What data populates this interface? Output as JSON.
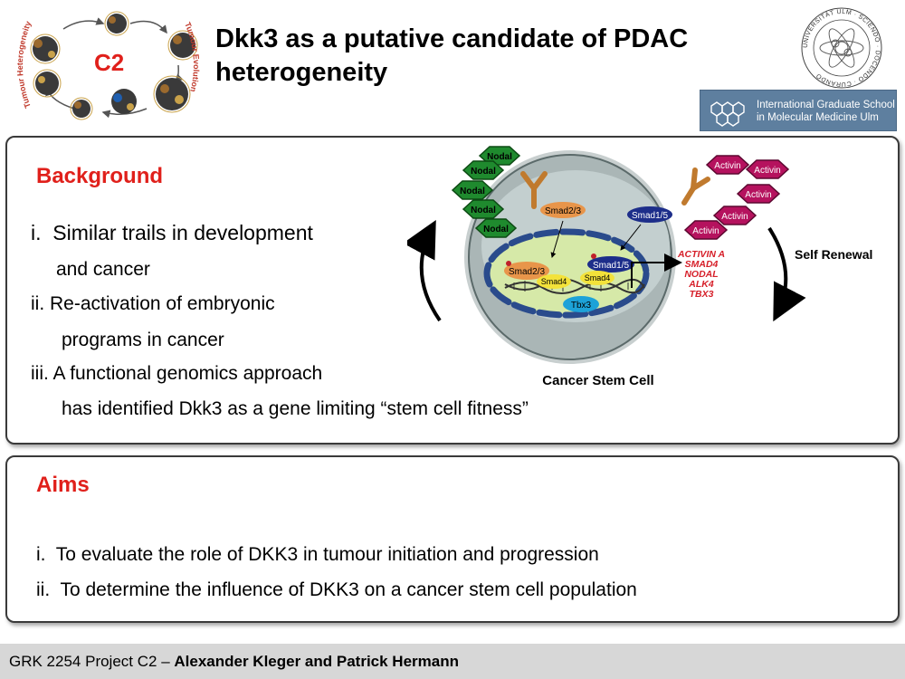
{
  "header": {
    "logo": {
      "code": "C2",
      "left_arc_label": "Tumour Heterogeneity",
      "right_arc_label": "Tumour Evolution"
    },
    "title_line1": "Dkk3 as a putative candidate of PDAC",
    "title_line2": "heterogeneity",
    "university_seal": {
      "ring_text": "UNIVERSITÄT ULM · SCIENDO · DOCENDO · CURANDO"
    },
    "graduate_school": {
      "line1": "International Graduate School",
      "line2": "in Molecular Medicine Ulm"
    }
  },
  "background": {
    "heading": "Background",
    "item_i_prefix": "i.",
    "item_i_text": "Similar trails in development",
    "item_i_cont": "and cancer",
    "item_ii_text": "ii. Re-activation of embryonic",
    "item_ii_cont": "programs in cancer",
    "item_iii_text": "iii. A functional genomics approach",
    "item_iii_cont": "has identified Dkk3 as a gene limiting “stem cell fitness”"
  },
  "figure": {
    "nodal_label": "Nodal",
    "activin_label": "Activin",
    "smad23": "Smad2/3",
    "smad15": "Smad1/5",
    "smad4": "Smad4",
    "tbx3": "Tbx3",
    "target_genes": [
      "ACTIVIN A",
      "SMAD4",
      "NODAL",
      "ALK4",
      "TBX3"
    ],
    "self_renewal": "Self Renewal",
    "cell_caption": "Cancer Stem Cell"
  },
  "aims": {
    "heading": "Aims",
    "items": [
      {
        "prefix": "i.",
        "text": "To evaluate the role of DKK3 in tumour initiation and progression"
      },
      {
        "prefix": "ii.",
        "text": "To determine the influence of DKK3 on a cancer stem cell population"
      }
    ]
  },
  "footer": {
    "prefix": "GRK 2254 Project C2 – ",
    "authors": "Alexander Kleger and Patrick Hermann"
  },
  "colors": {
    "heading_red": "#e0201b",
    "nodal_green": "#1f8a2e",
    "activin_magenta": "#b5125e",
    "target_gene_red": "#d6202a",
    "school_blue": "#5e7f9f"
  }
}
